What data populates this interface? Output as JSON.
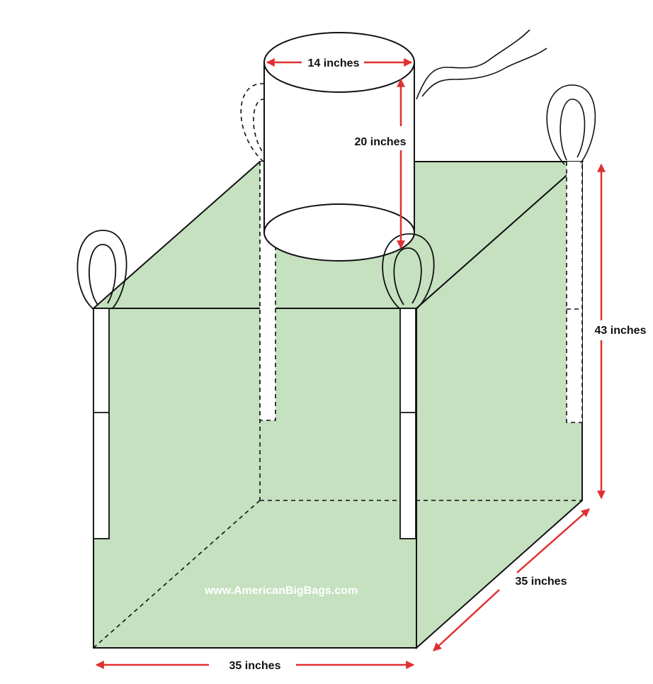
{
  "colors": {
    "bag_fill": "#c5e1c0",
    "outline": "#111111",
    "arrow": "#e03030",
    "strap": "#ffffff",
    "watermark": "#ffffff"
  },
  "dimensions": {
    "top_spout_diameter": "14 inches",
    "top_spout_height": "20 inches",
    "height": "43 inches",
    "depth": "35 inches",
    "width": "35 inches"
  },
  "watermark": "www.AmericanBigBags.com",
  "icons": [
    "lift-loop-icon",
    "dimension-arrow-icon",
    "tie-string-icon"
  ]
}
